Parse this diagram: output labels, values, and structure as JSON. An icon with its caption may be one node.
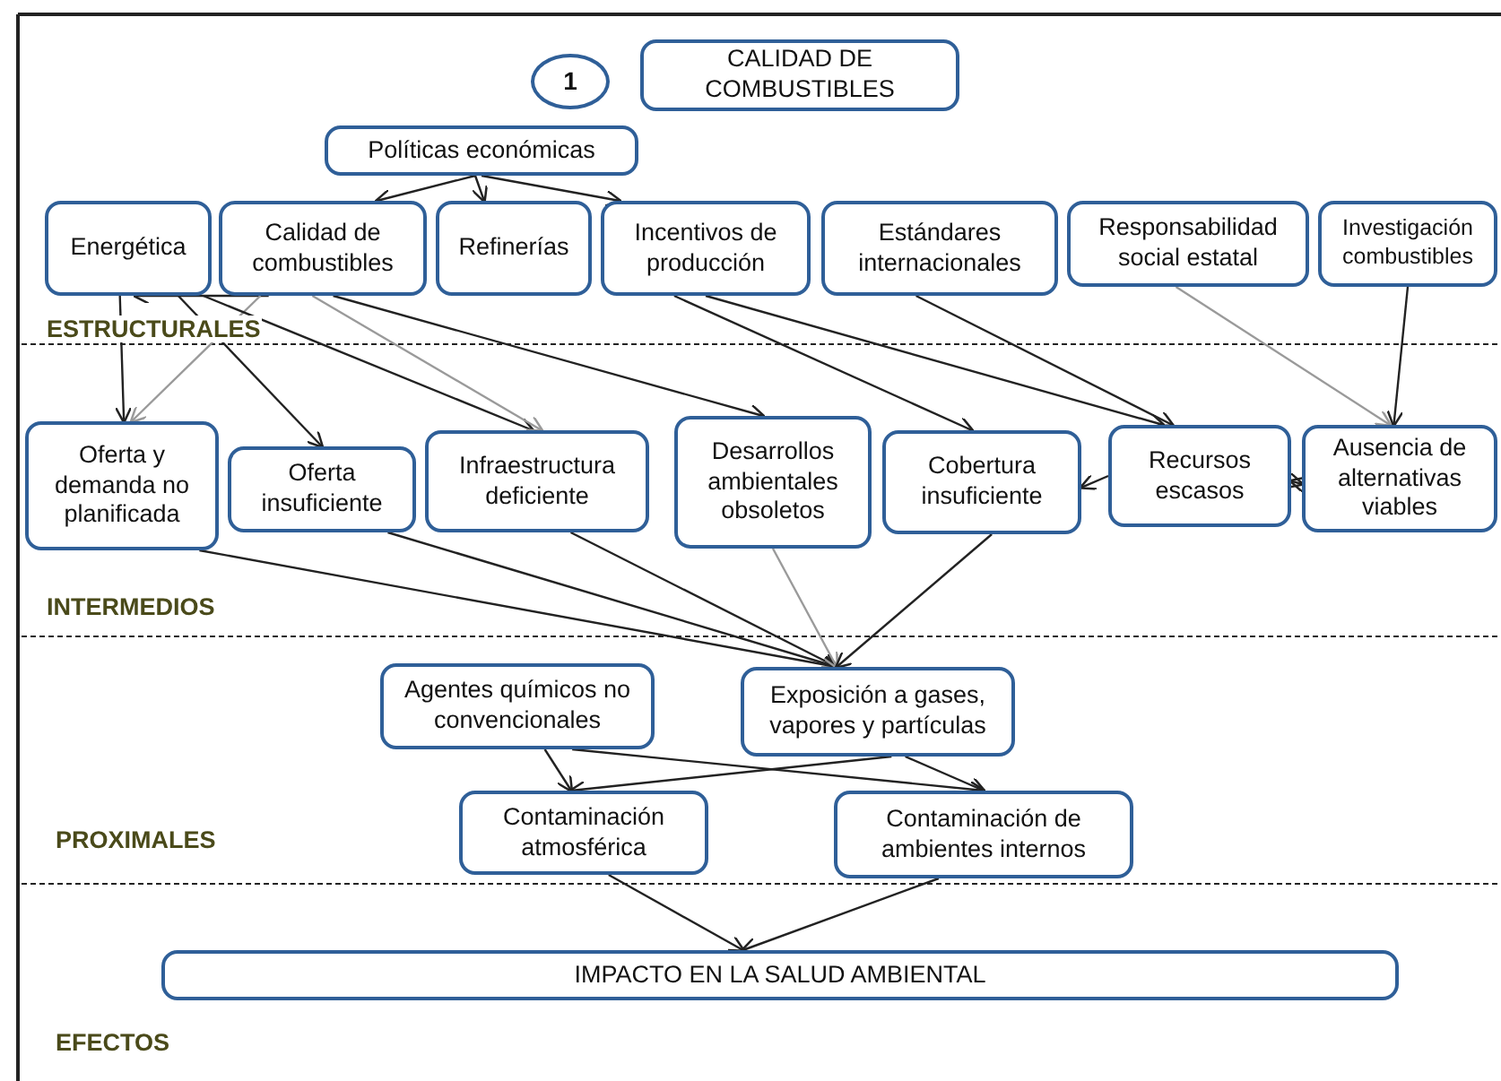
{
  "diagram": {
    "nodes": [
      {
        "text": [
          "1"
        ]
      },
      {
        "text": [
          "CALIDAD DE COMBUSTIBLES"
        ]
      },
      {
        "text": [
          "Políticas económicas"
        ]
      },
      {
        "text": [
          "Energética"
        ]
      },
      {
        "text": [
          "Calidad de combustibles"
        ]
      },
      {
        "text": [
          "Refinerías"
        ]
      },
      {
        "text": [
          "Incentivos de producción"
        ]
      },
      {
        "text": [
          "Estándares internacionales"
        ]
      },
      {
        "text": [
          "Responsabilidad social estatal"
        ]
      },
      {
        "text": [
          "Investigación combustibles"
        ]
      },
      {
        "text": [
          "Oferta y demanda no planificada"
        ]
      },
      {
        "text": [
          "Oferta insuficiente"
        ]
      },
      {
        "text": [
          "Infraestructura deficiente"
        ]
      },
      {
        "text": [
          "Desarrollos ambientales obsoletos"
        ]
      },
      {
        "text": [
          "Cobertura insuficiente"
        ]
      },
      {
        "text": [
          "Recursos escasos"
        ]
      },
      {
        "text": [
          "Ausencia de alternativas viables"
        ]
      },
      {
        "text": [
          "Agentes químicos no convencionales"
        ]
      },
      {
        "text": [
          "Exposición a gases, vapores y partículas"
        ]
      },
      {
        "text": [
          "Contaminación atmosférica"
        ]
      },
      {
        "text": [
          "Contaminación de ambientes internos"
        ]
      },
      {
        "text": [
          "IMPACTO EN LA SALUD AMBIENTAL"
        ]
      }
    ],
    "edges": [
      {
        "from": 2,
        "to": 4,
        "arrow": "to"
      },
      {
        "from": 2,
        "to": 5,
        "arrow": "to"
      },
      {
        "from": 2,
        "to": 6,
        "arrow": "to"
      },
      {
        "from": 4,
        "to": 3,
        "arrow": "to"
      },
      {
        "from": 3,
        "to": 10,
        "arrow": "to"
      },
      {
        "from": 4,
        "to": 10,
        "arrow": "to",
        "color": "#9a9a9a"
      },
      {
        "from": 3,
        "to": 11,
        "arrow": "to"
      },
      {
        "from": 3,
        "to": 12,
        "arrow": "to"
      },
      {
        "from": 4,
        "to": 12,
        "arrow": "to",
        "color": "#9a9a9a"
      },
      {
        "from": 4,
        "to": 13,
        "arrow": "to"
      },
      {
        "from": 6,
        "to": 14,
        "arrow": "to"
      },
      {
        "from": 6,
        "to": 15,
        "arrow": "to"
      },
      {
        "from": 7,
        "to": 15,
        "arrow": "to"
      },
      {
        "from": 8,
        "to": 16,
        "arrow": "to",
        "color": "#9a9a9a"
      },
      {
        "from": 9,
        "to": 16,
        "arrow": "to"
      },
      {
        "from": 15,
        "to": 14,
        "arrow": "to"
      },
      {
        "from": 15,
        "to": 16,
        "arrow": "both"
      },
      {
        "from": 10,
        "to": 18,
        "arrow": "to"
      },
      {
        "from": 11,
        "to": 18,
        "arrow": "to"
      },
      {
        "from": 12,
        "to": 18,
        "arrow": "to"
      },
      {
        "from": 13,
        "to": 18,
        "arrow": "to",
        "color": "#9a9a9a"
      },
      {
        "from": 14,
        "to": 18,
        "arrow": "to"
      },
      {
        "from": 17,
        "to": 19,
        "arrow": "to"
      },
      {
        "from": 17,
        "to": 20,
        "arrow": "to"
      },
      {
        "from": 18,
        "to": 19,
        "arrow": "to"
      },
      {
        "from": 18,
        "to": 20,
        "arrow": "to"
      },
      {
        "from": 19,
        "to": 21,
        "arrow": "to"
      },
      {
        "from": 20,
        "to": 21,
        "arrow": "to"
      }
    ],
    "labels": [
      "ESTRUCTURALES",
      "INTERMEDIOS",
      "PROXIMALES",
      "EFECTOS"
    ]
  }
}
